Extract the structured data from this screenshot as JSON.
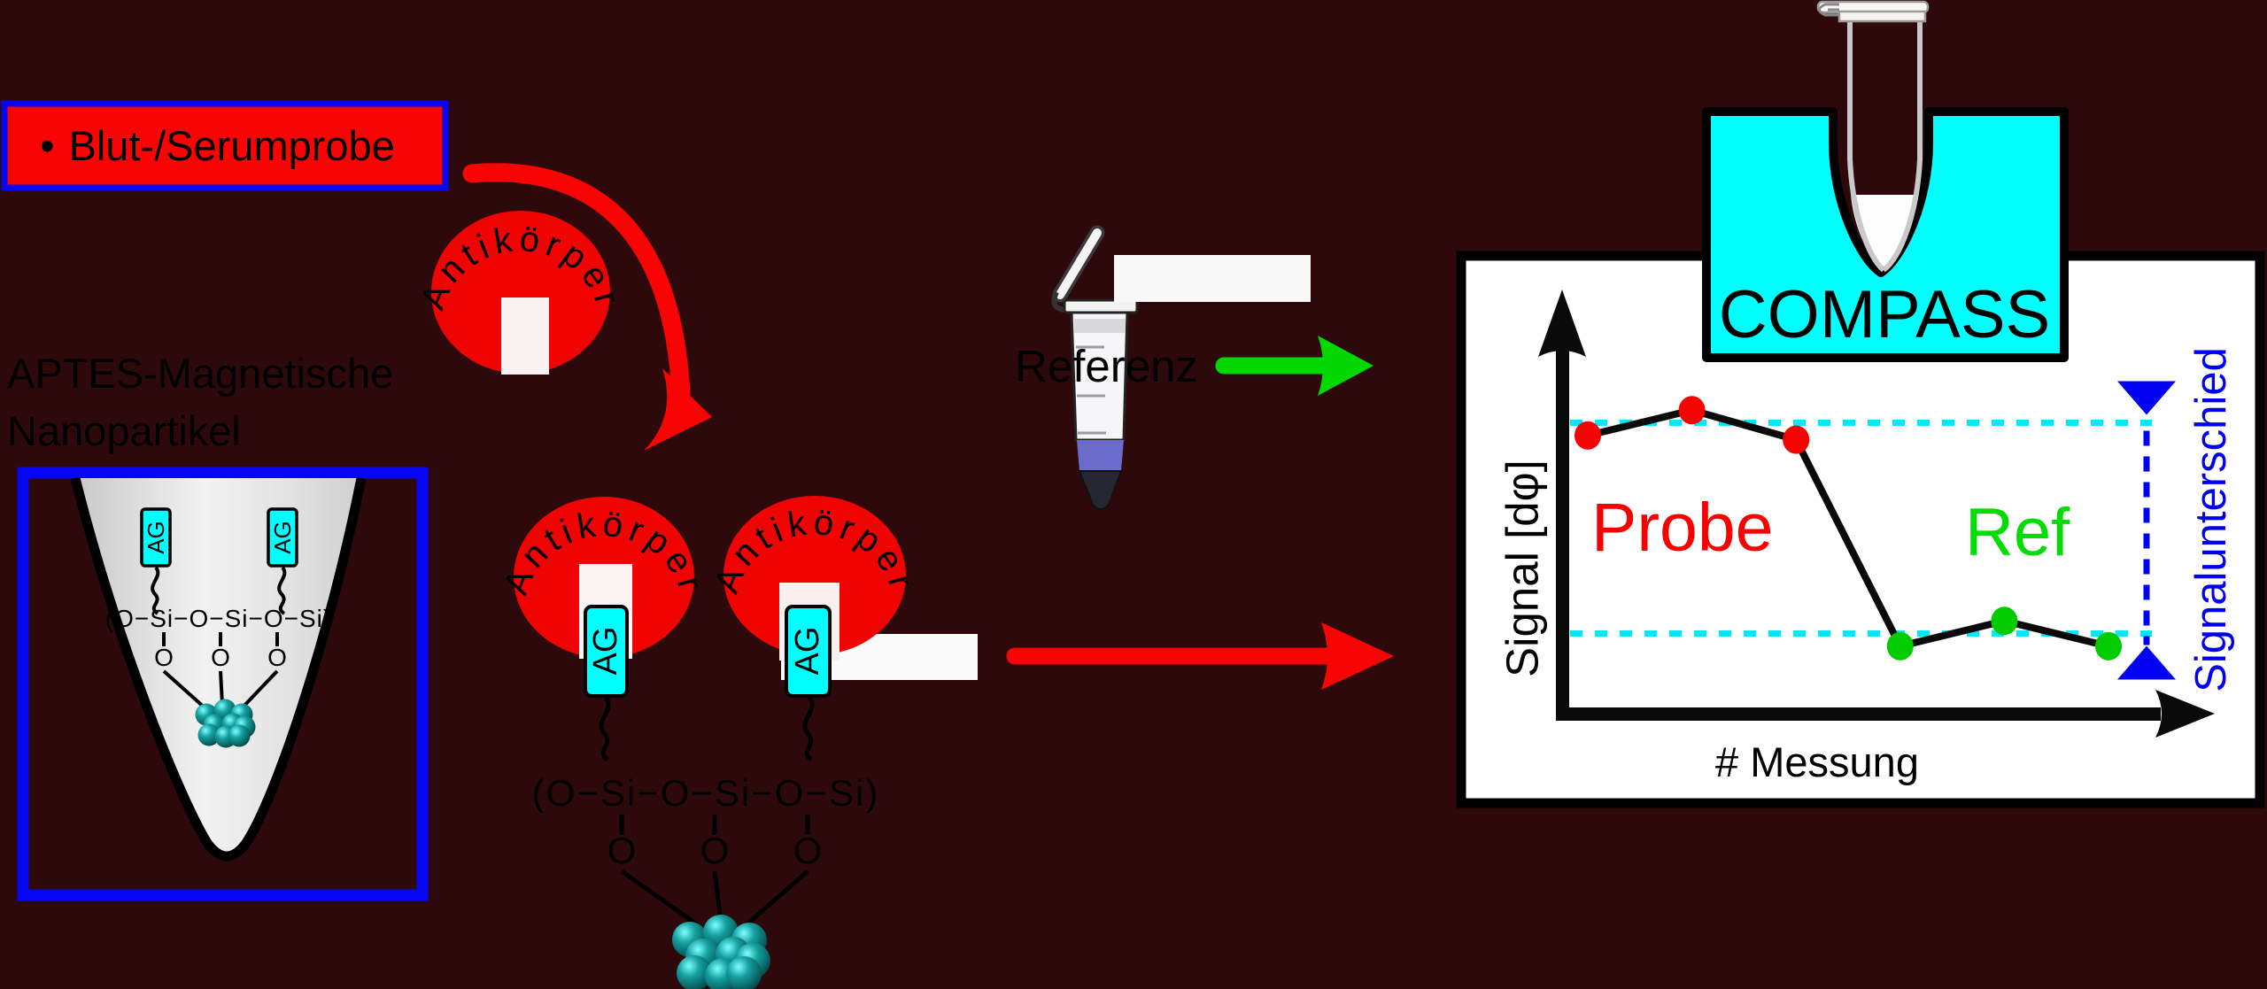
{
  "colors": {
    "background": "#2e090b",
    "red": "#f40303",
    "blue": "#0000f2",
    "cyan": "#00ffff",
    "guide_cyan": "#00e7ff",
    "green": "#00dd00",
    "panel_white": "#ffffff",
    "ink_black": "#0a0a0a",
    "nanoparticle_teal": "#0d8c8c"
  },
  "sample_box": {
    "bullet": "•",
    "label": "Blut-/Serumprobe"
  },
  "nanoparticle_label": {
    "line1": "APTES-Magnetische",
    "line2": "Nanopartikel"
  },
  "antibody": {
    "label": "Antikörper"
  },
  "antigen_tag": {
    "label": "AG"
  },
  "silane_chain": {
    "formula": "(O−Si−O−Si−O−Si)",
    "oxygen": "O"
  },
  "reference": {
    "label": "Referenz"
  },
  "device": {
    "label": "COMPASS"
  },
  "chart": {
    "y_axis_label": "Signal [dφ]",
    "x_axis_label": "# Messung",
    "probe_label": "Probe",
    "ref_label": "Ref",
    "difference_label": "Signalunterschied"
  },
  "chart_data": {
    "type": "line",
    "title": "",
    "x_label": "# Messung",
    "y_label": "Signal [dφ]",
    "x": [
      1,
      2,
      3,
      4,
      5,
      6
    ],
    "series": [
      {
        "name": "Probe",
        "color": "#f40303",
        "values": [
          0.66,
          0.72,
          0.65,
          null,
          null,
          null
        ]
      },
      {
        "name": "Ref",
        "color": "#00cc00",
        "values": [
          null,
          null,
          null,
          0.16,
          0.22,
          0.16
        ]
      }
    ],
    "connected": true,
    "grid": false,
    "legend_position": "inline-text",
    "ylim": [
      0,
      1
    ],
    "guide_lines": {
      "style": "dotted",
      "color": "#00e7ff",
      "values": [
        0.69,
        0.19
      ]
    },
    "annotation": {
      "label": "Signalunterschied",
      "color": "#0000f2",
      "from": 0.69,
      "to": 0.19
    }
  }
}
